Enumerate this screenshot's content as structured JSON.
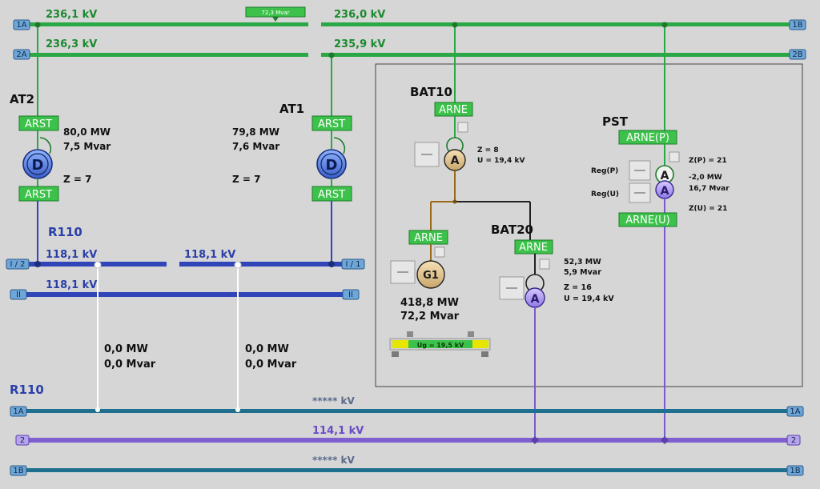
{
  "top_buses": {
    "bus_1a_label": "1A",
    "bus_1b_label": "1B",
    "bus_2a_label": "2A",
    "bus_2b_label": "2B",
    "v_1a_left": "236,1 kV",
    "v_1a_right": "236,0 kV",
    "v_2a_left": "236,3 kV",
    "v_2a_right": "235,9 kV",
    "coupler_value": "72,3 Mvar"
  },
  "at2": {
    "name": "AT2",
    "tag_top": "ARST",
    "tag_bottom": "ARST",
    "symbol": "D",
    "p": "80,0 MW",
    "q": "7,5 Mvar",
    "z": "Z = 7"
  },
  "at1": {
    "name": "AT1",
    "tag_top": "ARST",
    "tag_bottom": "ARST",
    "symbol": "D",
    "p": "79,8 MW",
    "q": "7,6 Mvar",
    "z": "Z = 7"
  },
  "r110_mid": {
    "name": "R110",
    "bus_i2_label": "I / 2",
    "bus_i1_label": "I / 1",
    "bus_ii_label": "II",
    "v_i2": "118,1 kV",
    "v_i1": "118,1 kV",
    "v_ii": "118,1 kV"
  },
  "feeder_left": {
    "p": "0,0 MW",
    "q": "0,0 Mvar"
  },
  "feeder_right": {
    "p": "0,0 MW",
    "q": "0,0 Mvar"
  },
  "bat10": {
    "name": "BAT10",
    "tag": "ARNE",
    "symbol": "A",
    "z": "Z = 8",
    "u": "U = 19,4 kV"
  },
  "g1": {
    "tag": "ARNE",
    "symbol": "G1",
    "p": "418,8 MW",
    "q": "72,2 Mvar",
    "slider_label": "Ug = 19,5 kV"
  },
  "bat20": {
    "name": "BAT20",
    "tag": "ARNE",
    "symbol": "A",
    "p": "52,3 MW",
    "q": "5,9 Mvar",
    "z": "Z = 16",
    "u": "U = 19,4 kV"
  },
  "pst": {
    "name": "PST",
    "tag_top": "ARNE(P)",
    "tag_bottom": "ARNE(U)",
    "symbol_top": "A",
    "symbol_bottom": "A",
    "reg_p": "Reg(P)",
    "reg_u": "Reg(U)",
    "zp": "Z(P) = 21",
    "p": "-2,0 MW",
    "q": "16,7 Mvar",
    "zu": "Z(U) = 21"
  },
  "r110_bottom": {
    "name": "R110",
    "bus_1a_label": "1A",
    "bus_2_label": "2",
    "bus_1b_label": "1B",
    "v_1a": "***** kV",
    "v_2": "114,1 kV",
    "v_1b": "***** kV"
  },
  "colors": {
    "green_bus": "#2aa845",
    "blue_bus": "#2f45b8",
    "teal_bus": "#1f6f8e",
    "purple_bus": "#8060d0",
    "tag_green": "#3cc24a"
  },
  "icons": [
    "transformer-symbol",
    "generator-symbol",
    "switch-box",
    "endcap-label"
  ]
}
